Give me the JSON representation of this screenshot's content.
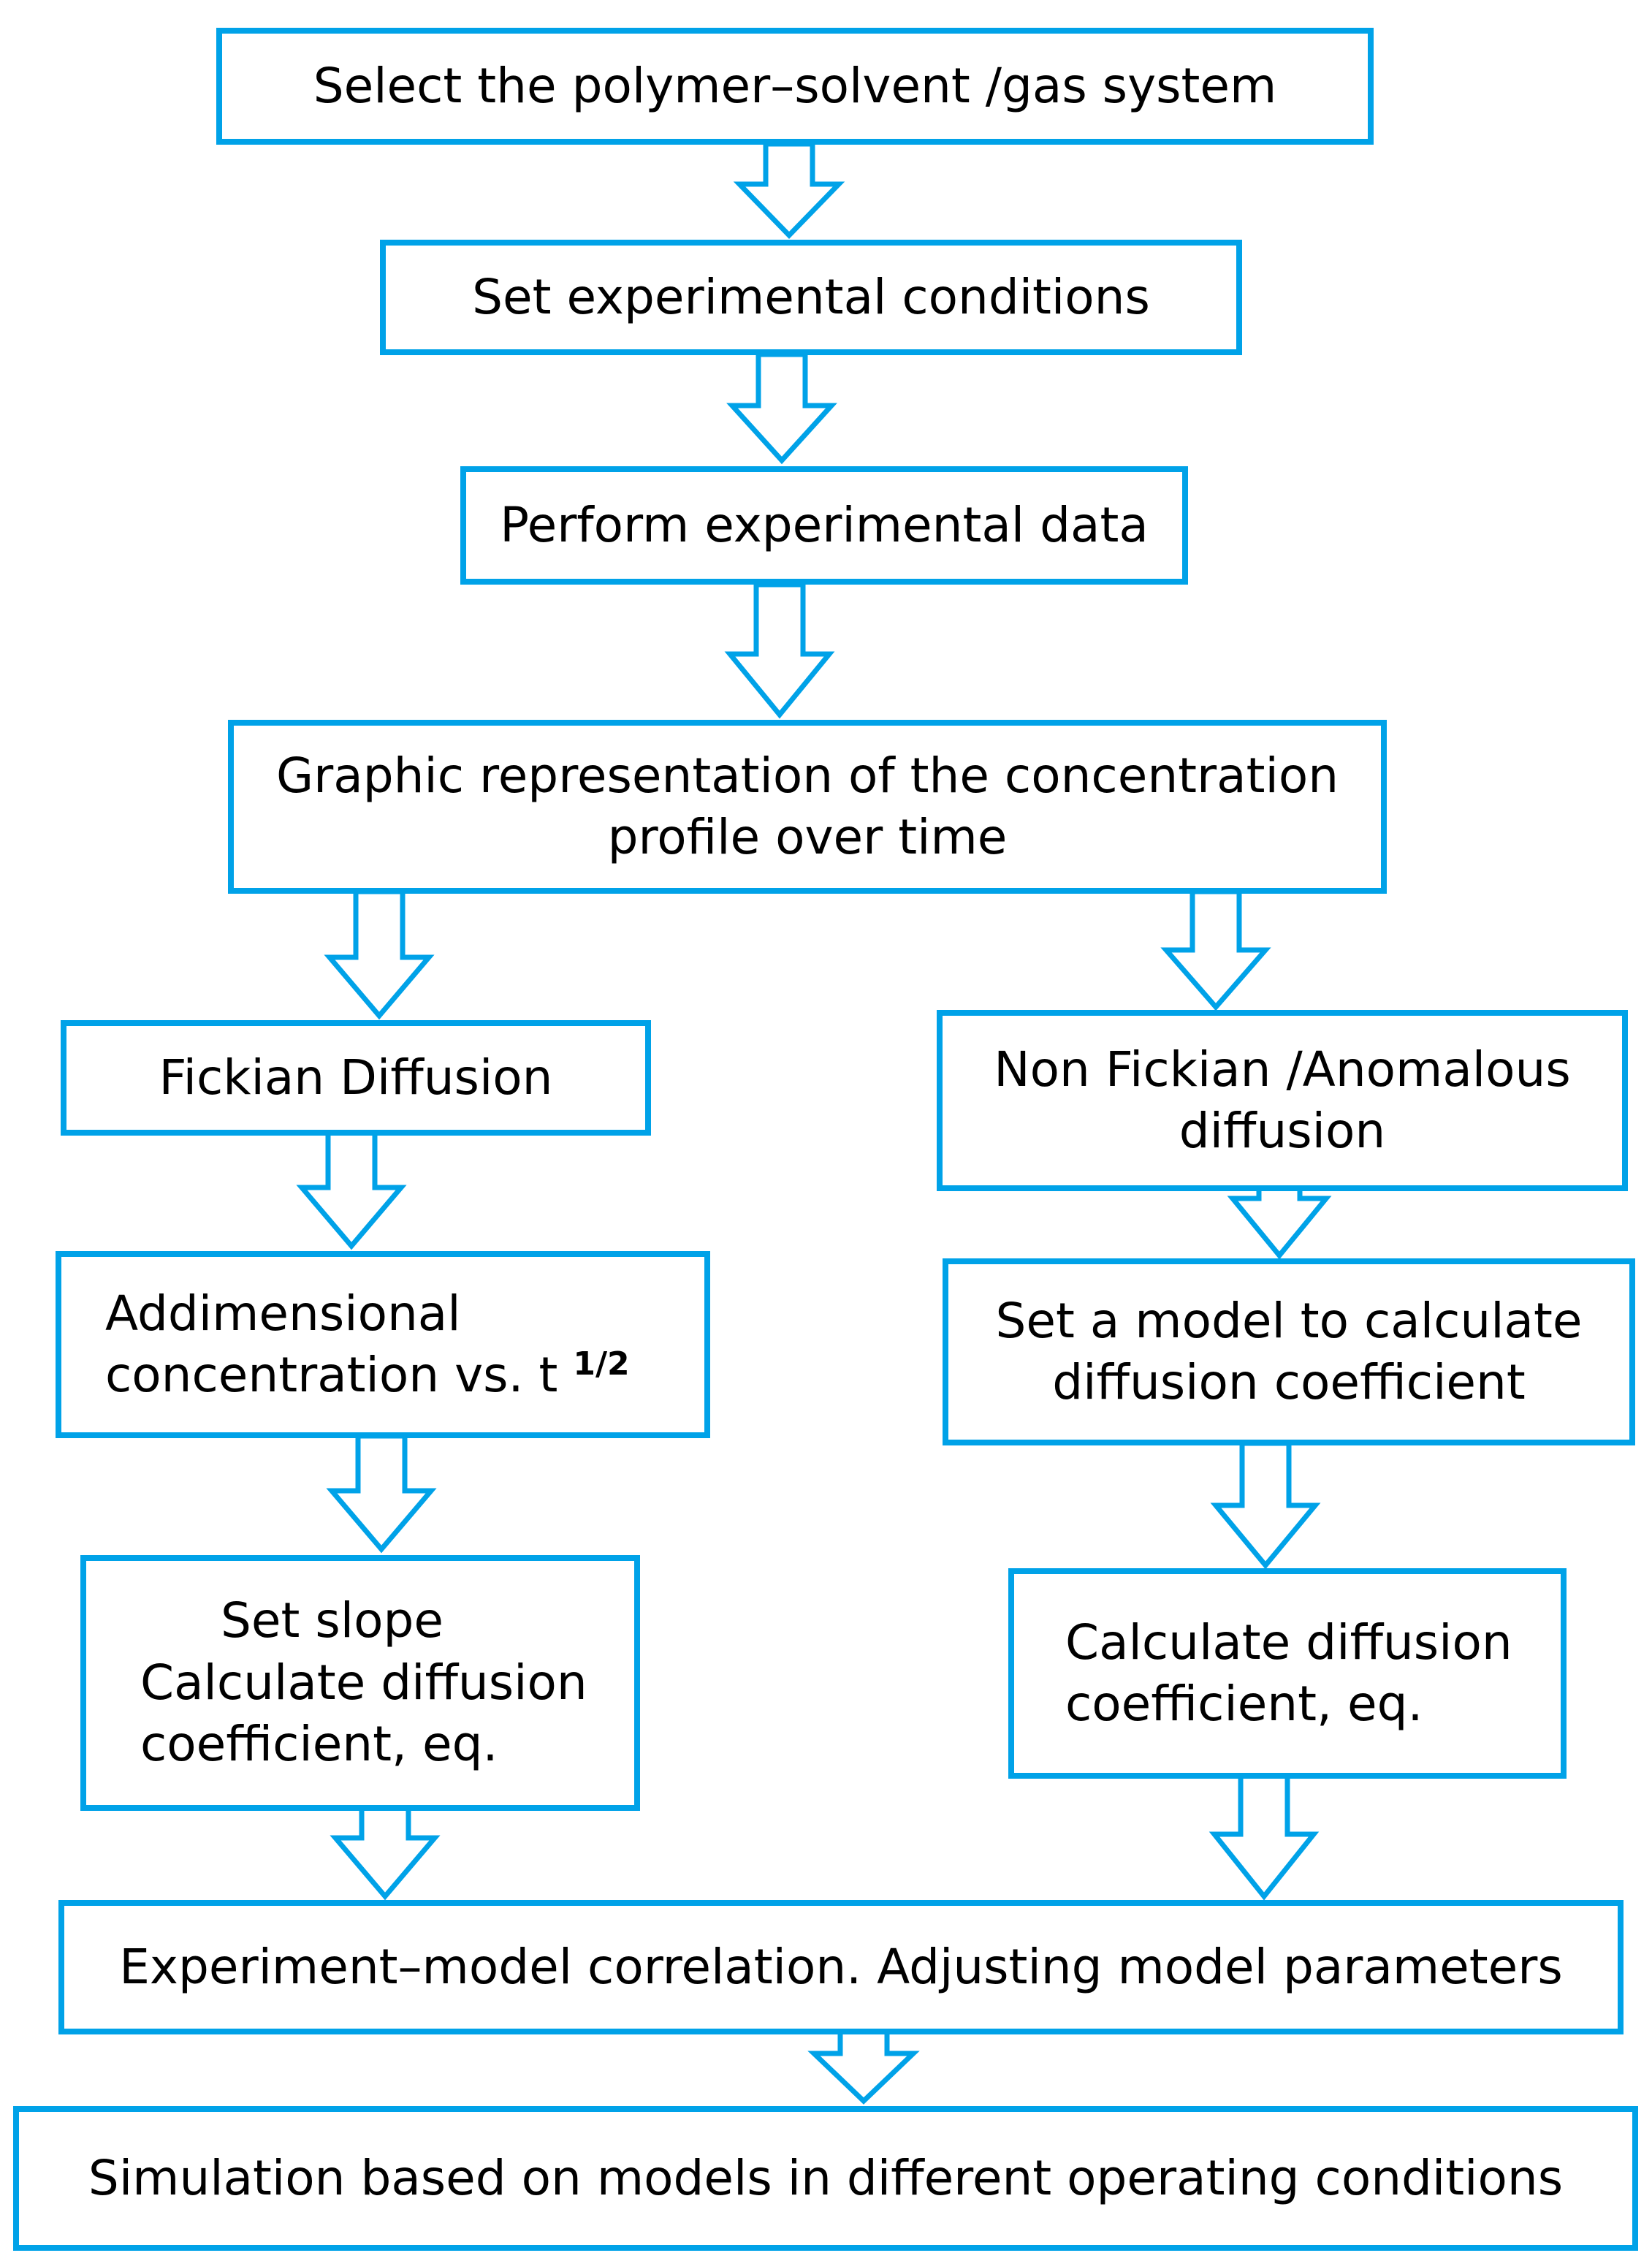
{
  "colors": {
    "box_border": "#00a2e8",
    "arrow": "#00a2e8",
    "text": "#000000",
    "background": "#ffffff"
  },
  "steps": {
    "select_system": "Select the polymer–solvent /gas system",
    "set_conditions": "Set experimental conditions",
    "perform_data": "Perform experimental data",
    "graphic_line1": "Graphic representation of the concentration",
    "graphic_line2": "profile over time",
    "fickian": "Fickian Diffusion",
    "nonfickian_line1": "Non Fickian /Anomalous",
    "nonfickian_line2": "diffusion",
    "addimensional_line1": "Addimensional",
    "addimensional_line2": "concentration vs. t",
    "addimensional_sup": "1/2",
    "set_model_line1": "Set a model to calculate",
    "set_model_line2": "diffusion coefficient",
    "set_slope_line1": "Set slope",
    "set_slope_line2": "Calculate diffusion",
    "set_slope_line3": "coefficient, eq.",
    "calc_line1": "Calculate diffusion",
    "calc_line2": "coefficient, eq.",
    "correlation": "Experiment–model correlation. Adjusting model parameters",
    "simulation": "Simulation based on models in different operating conditions"
  }
}
